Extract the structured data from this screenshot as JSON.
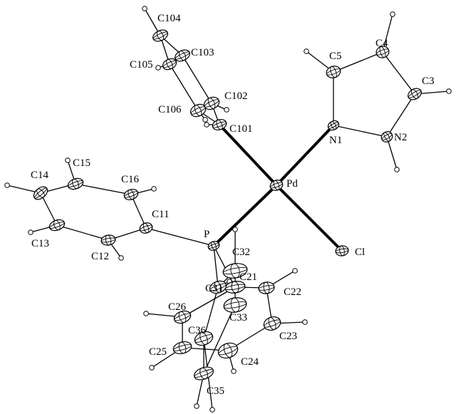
{
  "molecule": {
    "atoms": [
      {
        "id": "Pd",
        "label": "Pd",
        "type": "heavy"
      },
      {
        "id": "Cl",
        "label": "Cl",
        "type": "heavy"
      },
      {
        "id": "P",
        "label": "P",
        "type": "heavy"
      },
      {
        "id": "N1",
        "label": "N1",
        "type": "heavy"
      },
      {
        "id": "N2",
        "label": "N2",
        "type": "heavy"
      },
      {
        "id": "C3",
        "label": "C3",
        "type": "heavy"
      },
      {
        "id": "C4",
        "label": "C4",
        "type": "heavy"
      },
      {
        "id": "C5",
        "label": "C5",
        "type": "heavy"
      },
      {
        "id": "C101",
        "label": "C101",
        "type": "heavy"
      },
      {
        "id": "C102",
        "label": "C102",
        "type": "heavy"
      },
      {
        "id": "C103",
        "label": "C103",
        "type": "heavy"
      },
      {
        "id": "C104",
        "label": "C104",
        "type": "heavy"
      },
      {
        "id": "C105",
        "label": "C105",
        "type": "heavy"
      },
      {
        "id": "C106",
        "label": "C106",
        "type": "heavy"
      },
      {
        "id": "C11",
        "label": "C11",
        "type": "heavy"
      },
      {
        "id": "C12",
        "label": "C12",
        "type": "heavy"
      },
      {
        "id": "C13",
        "label": "C13",
        "type": "heavy"
      },
      {
        "id": "C14",
        "label": "C14",
        "type": "heavy"
      },
      {
        "id": "C15",
        "label": "C15",
        "type": "heavy"
      },
      {
        "id": "C16",
        "label": "C16",
        "type": "heavy"
      },
      {
        "id": "C21",
        "label": "C21",
        "type": "heavy"
      },
      {
        "id": "C22",
        "label": "C22",
        "type": "heavy"
      },
      {
        "id": "C23",
        "label": "C23",
        "type": "heavy"
      },
      {
        "id": "C24",
        "label": "C24",
        "type": "heavy"
      },
      {
        "id": "C25",
        "label": "C25",
        "type": "heavy"
      },
      {
        "id": "C26",
        "label": "C26",
        "type": "heavy"
      },
      {
        "id": "C31",
        "label": "C31",
        "type": "heavy"
      },
      {
        "id": "C32",
        "label": "C32",
        "type": "heavy"
      },
      {
        "id": "C33",
        "label": "C33",
        "type": "heavy"
      },
      {
        "id": "C35",
        "label": "C35",
        "type": "heavy"
      },
      {
        "id": "C36",
        "label": "C36",
        "type": "heavy"
      }
    ],
    "bonds": [
      {
        "a": "Pd",
        "b": "Cl",
        "style": "thick"
      },
      {
        "a": "Pd",
        "b": "P",
        "style": "thick"
      },
      {
        "a": "Pd",
        "b": "N1",
        "style": "thick"
      },
      {
        "a": "Pd",
        "b": "C101",
        "style": "thick"
      },
      {
        "a": "N1",
        "b": "N2",
        "style": "thin"
      },
      {
        "a": "N2",
        "b": "C3",
        "style": "thin"
      },
      {
        "a": "C3",
        "b": "C4",
        "style": "thin"
      },
      {
        "a": "C4",
        "b": "C5",
        "style": "thin"
      },
      {
        "a": "C5",
        "b": "N1",
        "style": "thin"
      },
      {
        "a": "C101",
        "b": "C102",
        "style": "thin"
      },
      {
        "a": "C101",
        "b": "C106",
        "style": "thin"
      },
      {
        "a": "C102",
        "b": "C103",
        "style": "thin"
      },
      {
        "a": "C103",
        "b": "C104",
        "style": "thin"
      },
      {
        "a": "C104",
        "b": "C105",
        "style": "thin"
      },
      {
        "a": "C105",
        "b": "C106",
        "style": "thin"
      },
      {
        "a": "P",
        "b": "C11",
        "style": "thin"
      },
      {
        "a": "P",
        "b": "C31",
        "style": "thin"
      },
      {
        "a": "P",
        "b": "C21",
        "style": "thin"
      },
      {
        "a": "C11",
        "b": "C12",
        "style": "thin"
      },
      {
        "a": "C12",
        "b": "C13",
        "style": "thin"
      },
      {
        "a": "C13",
        "b": "C14",
        "style": "thin"
      },
      {
        "a": "C14",
        "b": "C15",
        "style": "thin"
      },
      {
        "a": "C15",
        "b": "C16",
        "style": "thin"
      },
      {
        "a": "C16",
        "b": "C11",
        "style": "thin"
      },
      {
        "a": "C21",
        "b": "C22",
        "style": "thin"
      },
      {
        "a": "C22",
        "b": "C23",
        "style": "thin"
      },
      {
        "a": "C23",
        "b": "C24",
        "style": "thin"
      },
      {
        "a": "C24",
        "b": "C25",
        "style": "thin"
      },
      {
        "a": "C25",
        "b": "C26",
        "style": "thin"
      },
      {
        "a": "C26",
        "b": "C21",
        "style": "thin"
      },
      {
        "a": "C31",
        "b": "C32",
        "style": "thin"
      },
      {
        "a": "C31",
        "b": "C36",
        "style": "thin"
      },
      {
        "a": "C32",
        "b": "C33",
        "style": "thin"
      },
      {
        "a": "C33",
        "b": "C35",
        "style": "thin"
      },
      {
        "a": "C36",
        "b": "C35",
        "style": "thin"
      }
    ]
  }
}
